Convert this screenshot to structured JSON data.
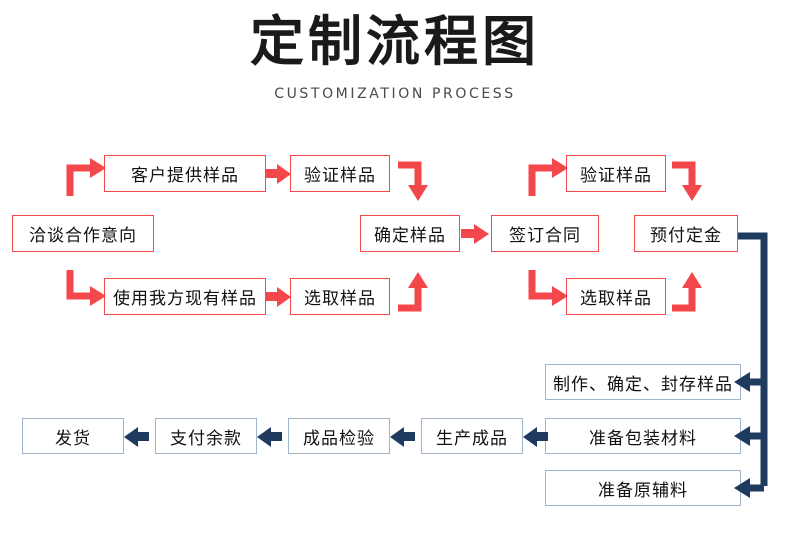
{
  "header": {
    "title": "定制流程图",
    "subtitle": "CUSTOMIZATION PROCESS"
  },
  "colors": {
    "red_accent": "#f4474b",
    "blue_accent": "#1f3a5f",
    "blue_border": "#9fb3cd",
    "text": "#111111",
    "background": "#ffffff"
  },
  "flow": {
    "stage_red": {
      "row_top": [
        {
          "id": "customer-provides-sample",
          "label": "客户提供样品"
        },
        {
          "id": "verify-sample-left",
          "label": "验证样品"
        },
        {
          "id": "verify-sample-right",
          "label": "验证样品"
        }
      ],
      "row_middle": [
        {
          "id": "negotiate-cooperation",
          "label": "洽谈合作意向"
        },
        {
          "id": "confirm-sample",
          "label": "确定样品"
        },
        {
          "id": "sign-contract",
          "label": "签订合同"
        },
        {
          "id": "prepay-deposit",
          "label": "预付定金"
        }
      ],
      "row_bottom": [
        {
          "id": "use-our-existing-sample",
          "label": "使用我方现有样品"
        },
        {
          "id": "select-sample-left",
          "label": "选取样品"
        },
        {
          "id": "select-sample-right",
          "label": "选取样品"
        }
      ]
    },
    "stage_blue": {
      "branches": [
        {
          "id": "make-confirm-seal-sample",
          "label": "制作、确定、封存样品"
        },
        {
          "id": "prepare-packaging-material",
          "label": "准备包装材料"
        },
        {
          "id": "prepare-raw-material",
          "label": "准备原辅料"
        }
      ],
      "production_chain": [
        {
          "id": "ship-goods",
          "label": "发货"
        },
        {
          "id": "pay-balance",
          "label": "支付余款"
        },
        {
          "id": "finished-product-inspection",
          "label": "成品检验"
        },
        {
          "id": "produce-finished-goods",
          "label": "生产成品"
        },
        {
          "id": "prepare-packaging-material-chain",
          "label": "准备包装材料"
        }
      ]
    }
  }
}
